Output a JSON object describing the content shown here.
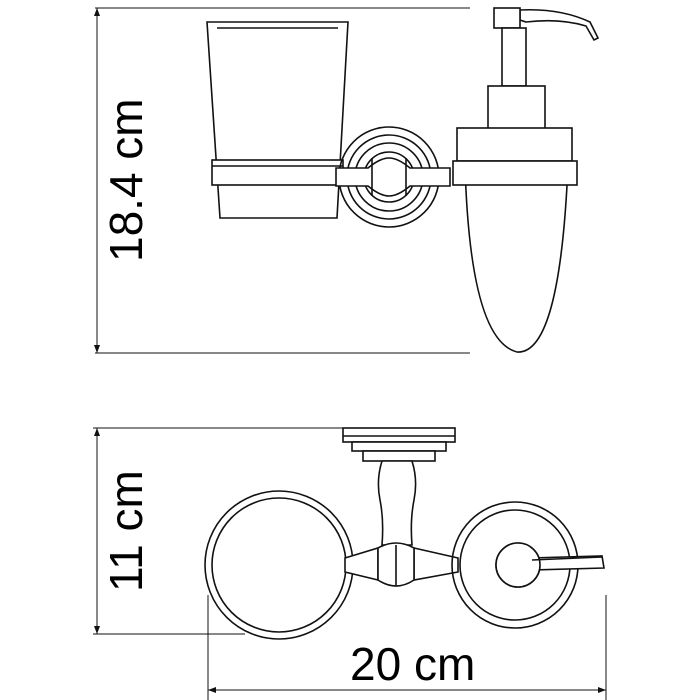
{
  "labels": {
    "height_front": "18.4 cm",
    "depth_top": "11 cm",
    "width_top": "20 cm"
  },
  "colors": {
    "line": "#111111",
    "background": "#ffffff"
  }
}
